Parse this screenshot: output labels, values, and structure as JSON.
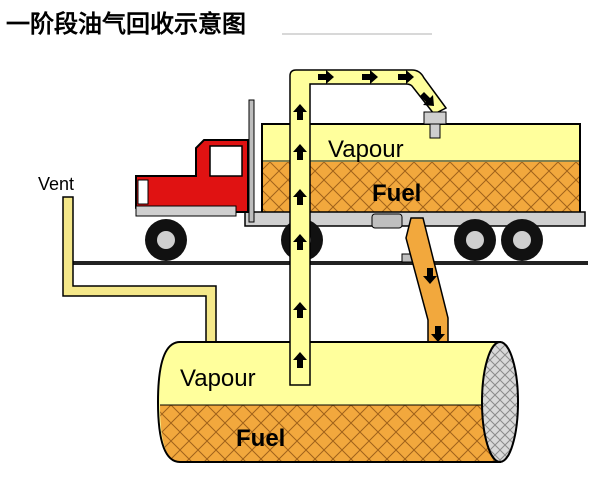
{
  "title": "一阶段油气回收示意图",
  "labels": {
    "vent": "Vent",
    "truck_vapour": "Vapour",
    "truck_fuel": "Fuel",
    "tank_vapour": "Vapour",
    "tank_fuel": "Fuel"
  },
  "colors": {
    "fuel": "#f2a83d",
    "vapour": "#ffff9c",
    "pipe": "#f5e88a",
    "cab": "#e01212",
    "outline": "#000000",
    "tank_end": "#d9d9d9"
  }
}
